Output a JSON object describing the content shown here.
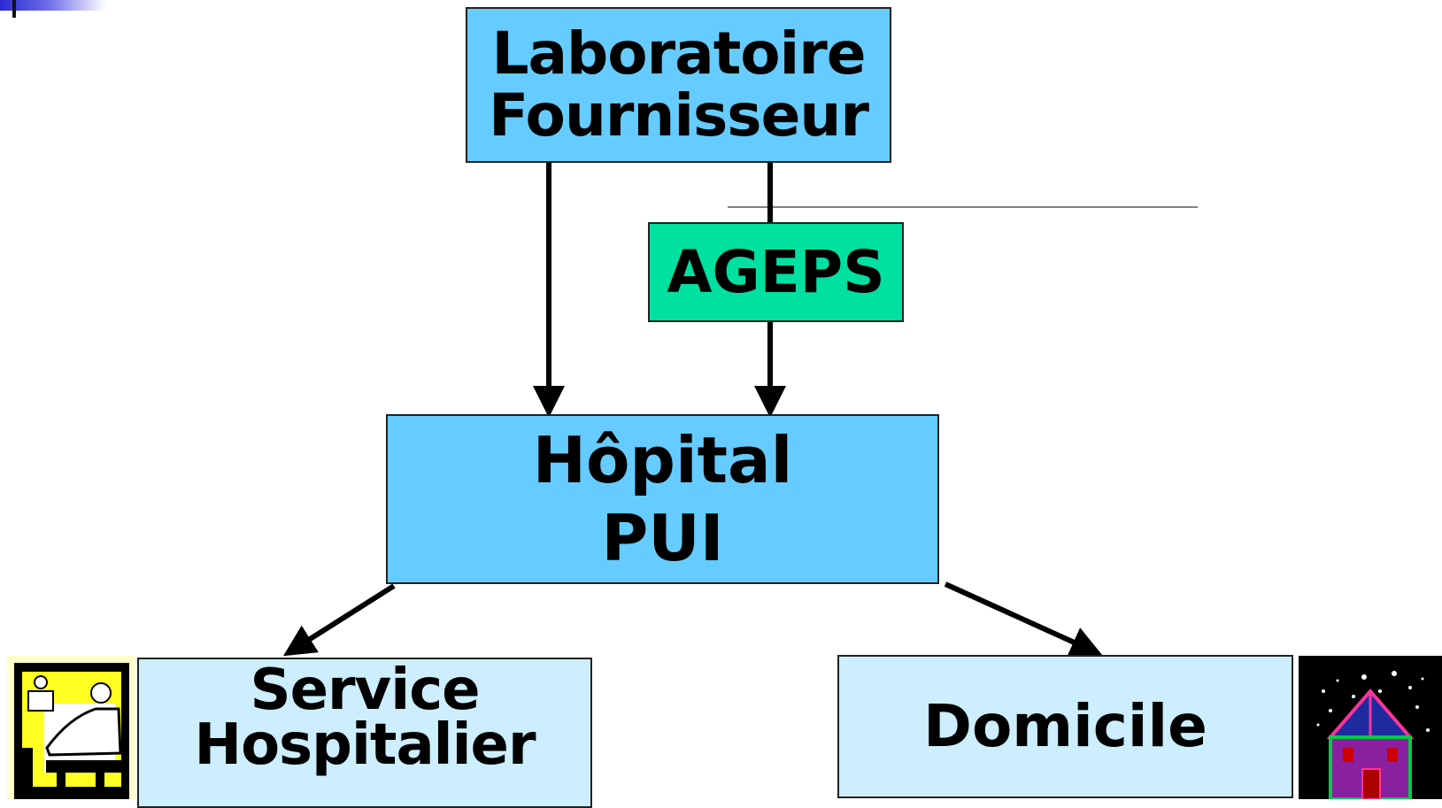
{
  "nodes": {
    "laboratoire": {
      "lines": [
        "Laboratoire",
        "Fournisseur"
      ]
    },
    "ageps": {
      "lines": [
        "AGEPS"
      ]
    },
    "hopital": {
      "lines": [
        "Hôpital",
        "PUI"
      ]
    },
    "service": {
      "lines": [
        "Service",
        "Hospitalier"
      ]
    },
    "domicile": {
      "lines": [
        "Domicile"
      ]
    }
  },
  "colors": {
    "box_blue": "#66ccff",
    "box_green": "#00e0a0",
    "box_light": "#cceeff",
    "line": "#000000"
  },
  "icons": {
    "left": "hospital-staff-clipart-icon",
    "right": "house-at-night-clipart-icon"
  },
  "edges": [
    {
      "from": "laboratoire",
      "to": "hopital",
      "arrow": true
    },
    {
      "from": "laboratoire",
      "to": "ageps",
      "arrow": false
    },
    {
      "from": "ageps",
      "to": "hopital",
      "arrow": true
    },
    {
      "from": "hopital",
      "to": "service",
      "arrow": true
    },
    {
      "from": "hopital",
      "to": "domicile",
      "arrow": true
    }
  ]
}
